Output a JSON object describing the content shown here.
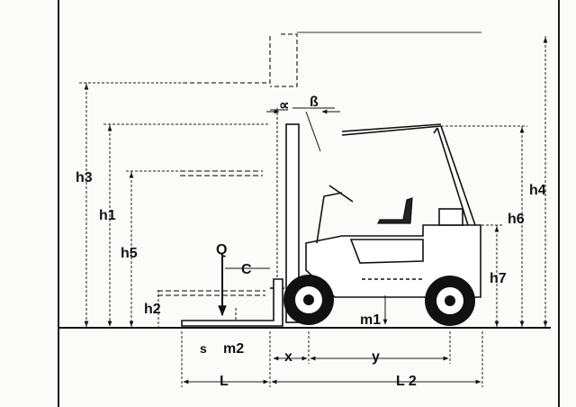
{
  "diagram": {
    "labels": {
      "h3": "h3",
      "h1": "h1",
      "h5": "h5",
      "h2": "h2",
      "q": "Q",
      "c": "C",
      "s": "s",
      "m2": "m2",
      "m1": "m1",
      "x": "x",
      "y": "y",
      "l": "L",
      "l2": "L 2",
      "h4": "h4",
      "h6": "h6",
      "h7": "h7",
      "alpha": "∝",
      "beta": "ß"
    }
  }
}
